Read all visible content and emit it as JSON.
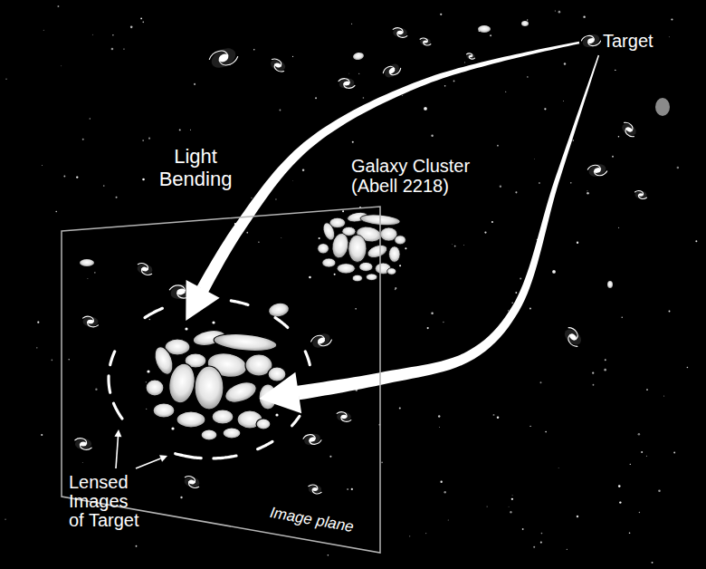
{
  "diagram": {
    "nodes": [
      {
        "text": [
          "Target"
        ]
      },
      {
        "text": [
          "Galaxy Cluster (Abell 2218)"
        ]
      },
      {
        "text": [
          "Image plane"
        ]
      }
    ],
    "edges": [
      {
        "from": 0,
        "to": 2,
        "arrow": "to",
        "label": "Light Bending"
      },
      {
        "from": 0,
        "to": 2,
        "arrow": "to"
      }
    ],
    "labels": [
      "Lensed Images of Target"
    ]
  }
}
